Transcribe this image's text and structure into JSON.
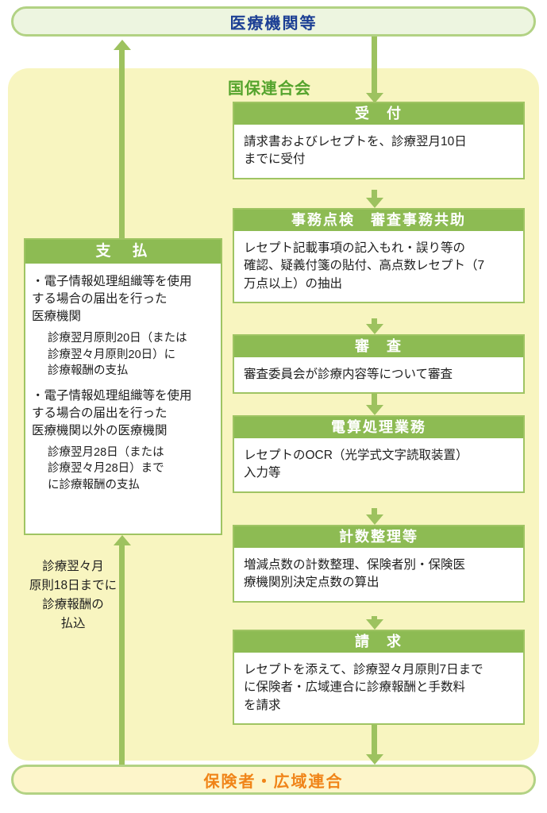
{
  "colors": {
    "yellow_bg": "#f8f5c0",
    "header_green": "#8dbb53",
    "border_green": "#9fc463",
    "arrow_green": "#9dc25f",
    "top_pill_fill": "#edf5e0",
    "top_pill_text": "#1c3f94",
    "bottom_pill_fill": "#fdf5ca",
    "bottom_pill_text": "#f08418",
    "container_label_color": "#55a42d"
  },
  "top_node": {
    "label": "医療機関等"
  },
  "container_label": "国保連合会",
  "right_steps": [
    {
      "title": "受　付",
      "body": "請求書およびレセプトを、診療翌月10日\nまでに受付"
    },
    {
      "title": "事務点検　審査事務共助",
      "body": "レセプト記載事項の記入もれ・誤り等の\n確認、疑義付箋の貼付、高点数レセプト（7\n万点以上）の抽出"
    },
    {
      "title": "審　査",
      "body": "審査委員会が診療内容等について審査"
    },
    {
      "title": "電算処理業務",
      "body": "レセプトのOCR（光学式文字読取装置）\n入力等"
    },
    {
      "title": "計数整理等",
      "body": "増減点数の計数整理、保険者別・保険医\n療機関別決定点数の算出"
    },
    {
      "title": "請　求",
      "body": "レセプトを添えて、診療翌々月原則7日まで\nに保険者・広域連合に診療報酬と手数料\nを請求"
    }
  ],
  "payment_box": {
    "title": "支　払",
    "items": [
      {
        "bullet": "・電子情報処理組織等を使用\nする場合の届出を行った\n医療機関",
        "sub": "診療翌月原則20日（または\n診療翌々月原則20日）に\n診療報酬の支払"
      },
      {
        "bullet": "・電子情報処理組織等を使用\nする場合の届出を行った\n医療機関以外の医療機関",
        "sub": "診療翌月28日（または\n診療翌々月28日）まで\nに診療報酬の支払"
      }
    ]
  },
  "left_note": "診療翌々月\n原則18日までに\n診療報酬の\n払込",
  "bottom_node": {
    "label": "保険者・広域連合"
  }
}
